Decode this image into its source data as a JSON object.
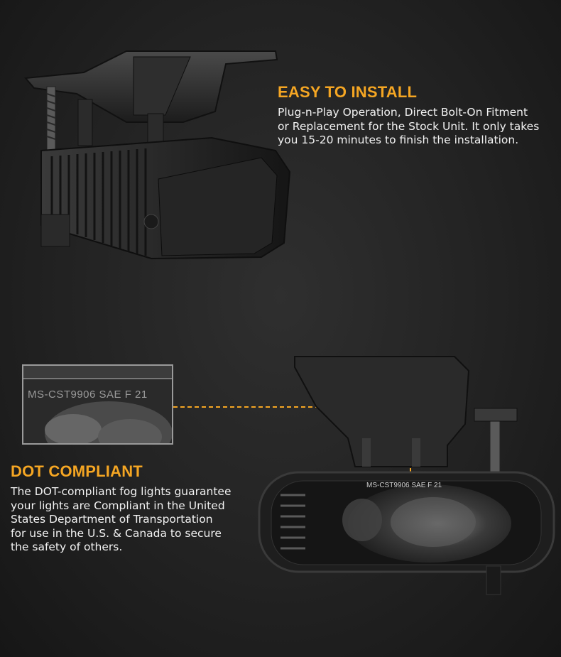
{
  "install": {
    "heading": "EASY TO INSTALL",
    "lines": [
      "Plug-n-Play Operation, Direct Bolt-On Fitment",
      "or Replacement for the Stock Unit. It only takes",
      "you 15-20 minutes to finish the installation."
    ]
  },
  "dot": {
    "heading": "DOT COMPLIANT",
    "lines": [
      "The DOT-compliant fog lights guarantee",
      "your lights are Compliant in the United",
      "States Department of Transportation",
      "for use in the U.S. & Canada to secure",
      "the safety of others."
    ]
  },
  "inset": {
    "label": "MS-CST9906 SAE F 21"
  },
  "lens": {
    "label": "MS-CST9906 SAE F 21"
  },
  "colors": {
    "accent": "#f5a623",
    "text": "#f2f2f2",
    "background": "#222222"
  }
}
